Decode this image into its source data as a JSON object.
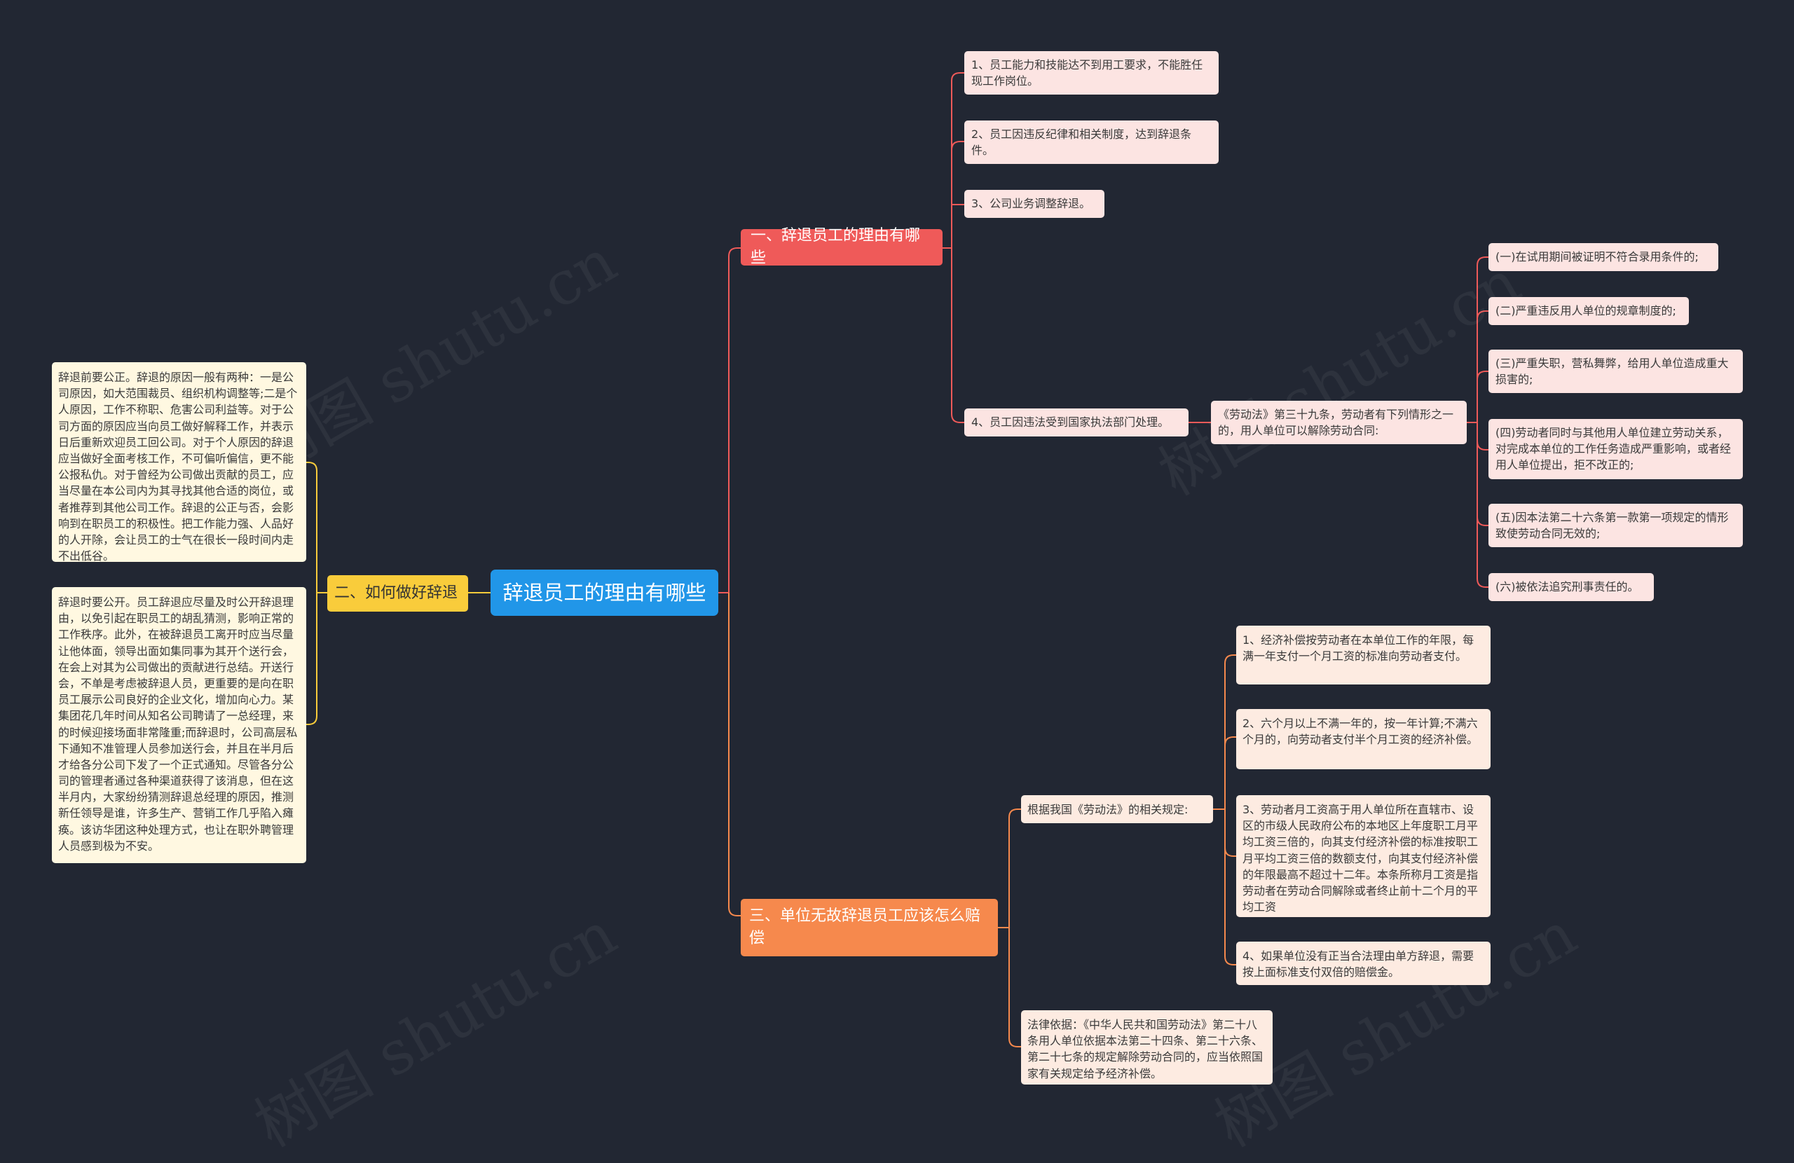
{
  "root": {
    "label": "辞退员工的理由有哪些"
  },
  "branches": {
    "b1": {
      "label": "一、辞退员工的理由有哪些",
      "children": [
        "1、员工能力和技能达不到用工要求，不能胜任现工作岗位。",
        "2、员工因违反纪律和相关制度，达到辞退条件。",
        "3、公司业务调整辞退。",
        "4、员工因违法受到国家执法部门处理。"
      ],
      "law": "《劳动法》第三十九条，劳动者有下列情形之一的，用人单位可以解除劳动合同:",
      "law_items": [
        "(一)在试用期间被证明不符合录用条件的;",
        "(二)严重违反用人单位的规章制度的;",
        "(三)严重失职，营私舞弊，给用人单位造成重大损害的;",
        "(四)劳动者同时与其他用人单位建立劳动关系，对完成本单位的工作任务造成严重影响，或者经用人单位提出，拒不改正的;",
        "(五)因本法第二十六条第一款第一项规定的情形致使劳动合同无效的;",
        "(六)被依法追究刑事责任的。"
      ]
    },
    "b2": {
      "label": "二、如何做好辞退",
      "children": [
        "辞退前要公正。辞退的原因一般有两种：一是公司原因，如大范围裁员、组织机构调整等;二是个人原因，工作不称职、危害公司利益等。对于公司方面的原因应当向员工做好解释工作，并表示日后重新欢迎员工回公司。对于个人原因的辞退应当做好全面考核工作，不可偏听偏信，更不能公报私仇。对于曾经为公司做出贡献的员工，应当尽量在本公司内为其寻找其他合适的岗位，或者推荐到其他公司工作。辞退的公正与否，会影响到在职员工的积极性。把工作能力强、人品好的人开除，会让员工的士气在很长一段时间内走不出低谷。",
        "辞退时要公开。员工辞退应尽量及时公开辞退理由，以免引起在职员工的胡乱猜测，影响正常的工作秩序。此外，在被辞退员工离开时应当尽量让他体面，领导出面如集同事为其开个送行会，在会上对其为公司做出的贡献进行总结。开送行会，不单是考虑被辞退人员，更重要的是向在职员工展示公司良好的企业文化，增加向心力。某集团花几年时间从知名公司聘请了一总经理，来的时候迎接场面非常隆重;而辞退时，公司高层私下通知不准管理人员参加送行会，并且在半月后才给各分公司下发了一个正式通知。尽管各分公司的管理者通过各种渠道获得了该消息，但在这半月内，大家纷纷猜测辞退总经理的原因，推测新任领导是谁，许多生产、营销工作几乎陷入瘫痪。该访华团这种处理方式，也让在职外聘管理人员感到极为不安。"
      ]
    },
    "b3": {
      "label": "三、单位无故辞退员工应该怎么赔偿",
      "law": "根据我国《劳动法》的相关规定:",
      "law_items": [
        "1、经济补偿按劳动者在本单位工作的年限，每满一年支付一个月工资的标准向劳动者支付。",
        "2、六个月以上不满一年的，按一年计算;不满六个月的，向劳动者支付半个月工资的经济补偿。",
        "3、劳动者月工资高于用人单位所在直辖市、设区的市级人民政府公布的本地区上年度职工月平均工资三倍的，向其支付经济补偿的标准按职工月平均工资三倍的数额支付，向其支付经济补偿的年限最高不超过十二年。本条所称月工资是指劳动者在劳动合同解除或者终止前十二个月的平均工资",
        "4、如果单位没有正当合法理由单方辞退，需要按上面标准支付双倍的赔偿金。"
      ],
      "basis": "法律依据：《中华人民共和国劳动法》第二十八条用人单位依据本法第二十四条、第二十六条、第二十七条的规定解除劳动合同的，应当依照国家有关规定给予经济补偿。"
    }
  },
  "watermark": "树图 shutu.cn",
  "colors": {
    "background": "#222733",
    "root": "#2196e8",
    "branch1": "#ef5a59",
    "branch2": "#f9cc3b",
    "branch3": "#f6894d"
  }
}
